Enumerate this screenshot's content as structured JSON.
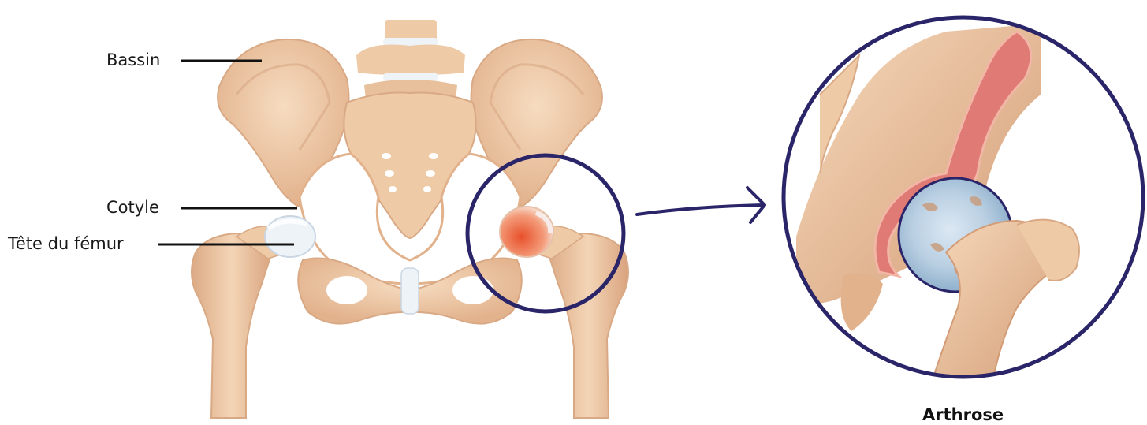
{
  "labels": {
    "pelvis": "Bassin",
    "socket": "Cotyle",
    "femoral_head": "Tête du fémur"
  },
  "caption": "Arthrose",
  "colors": {
    "bone": "#eecaa6",
    "bone_shadow": "#d9a985",
    "bone_dark": "#c98f6c",
    "cartilage": "#eef3f8",
    "inflammation": "#e8502b",
    "accent_circle": "#2a2468",
    "synovial": "#e07a74"
  }
}
